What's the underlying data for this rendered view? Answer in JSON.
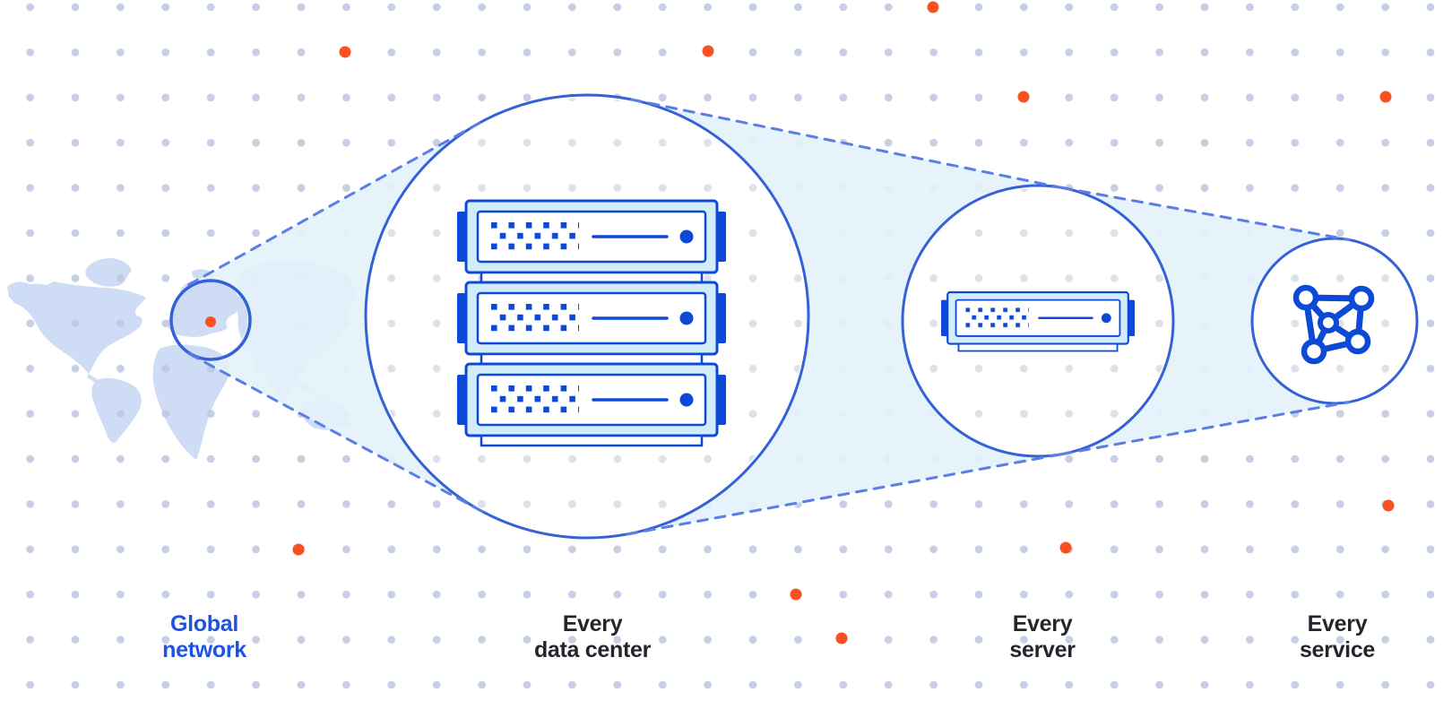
{
  "diagram": {
    "title_hint": "global network magnification illustration",
    "stages": [
      {
        "id": "global-network",
        "label_line1": "Global",
        "label_line2": "network",
        "icon": "world-map-location-circle-icon",
        "accent": true
      },
      {
        "id": "every-data-center",
        "label_line1": "Every",
        "label_line2": "data center",
        "icon": "server-rack-icon",
        "accent": false
      },
      {
        "id": "every-server",
        "label_line1": "Every",
        "label_line2": "server",
        "icon": "server-icon",
        "accent": false
      },
      {
        "id": "every-service",
        "label_line1": "Every",
        "label_line2": "service",
        "icon": "mesh-network-icon",
        "accent": false
      }
    ],
    "colors": {
      "accent": "#1d53e0",
      "text": "#23262b",
      "circleStroke": "#3561d6",
      "dash": "#5b7de6",
      "iconBlue": "#0c49d7",
      "iconBand": "#d3ecfa",
      "beam": "#e4f2f9",
      "map": "#cbd9f4",
      "gridDot": "#bdc7e1",
      "gridDotFaint": "#dde1e9",
      "orange": "#f95121",
      "bg": "#ffffff"
    }
  }
}
